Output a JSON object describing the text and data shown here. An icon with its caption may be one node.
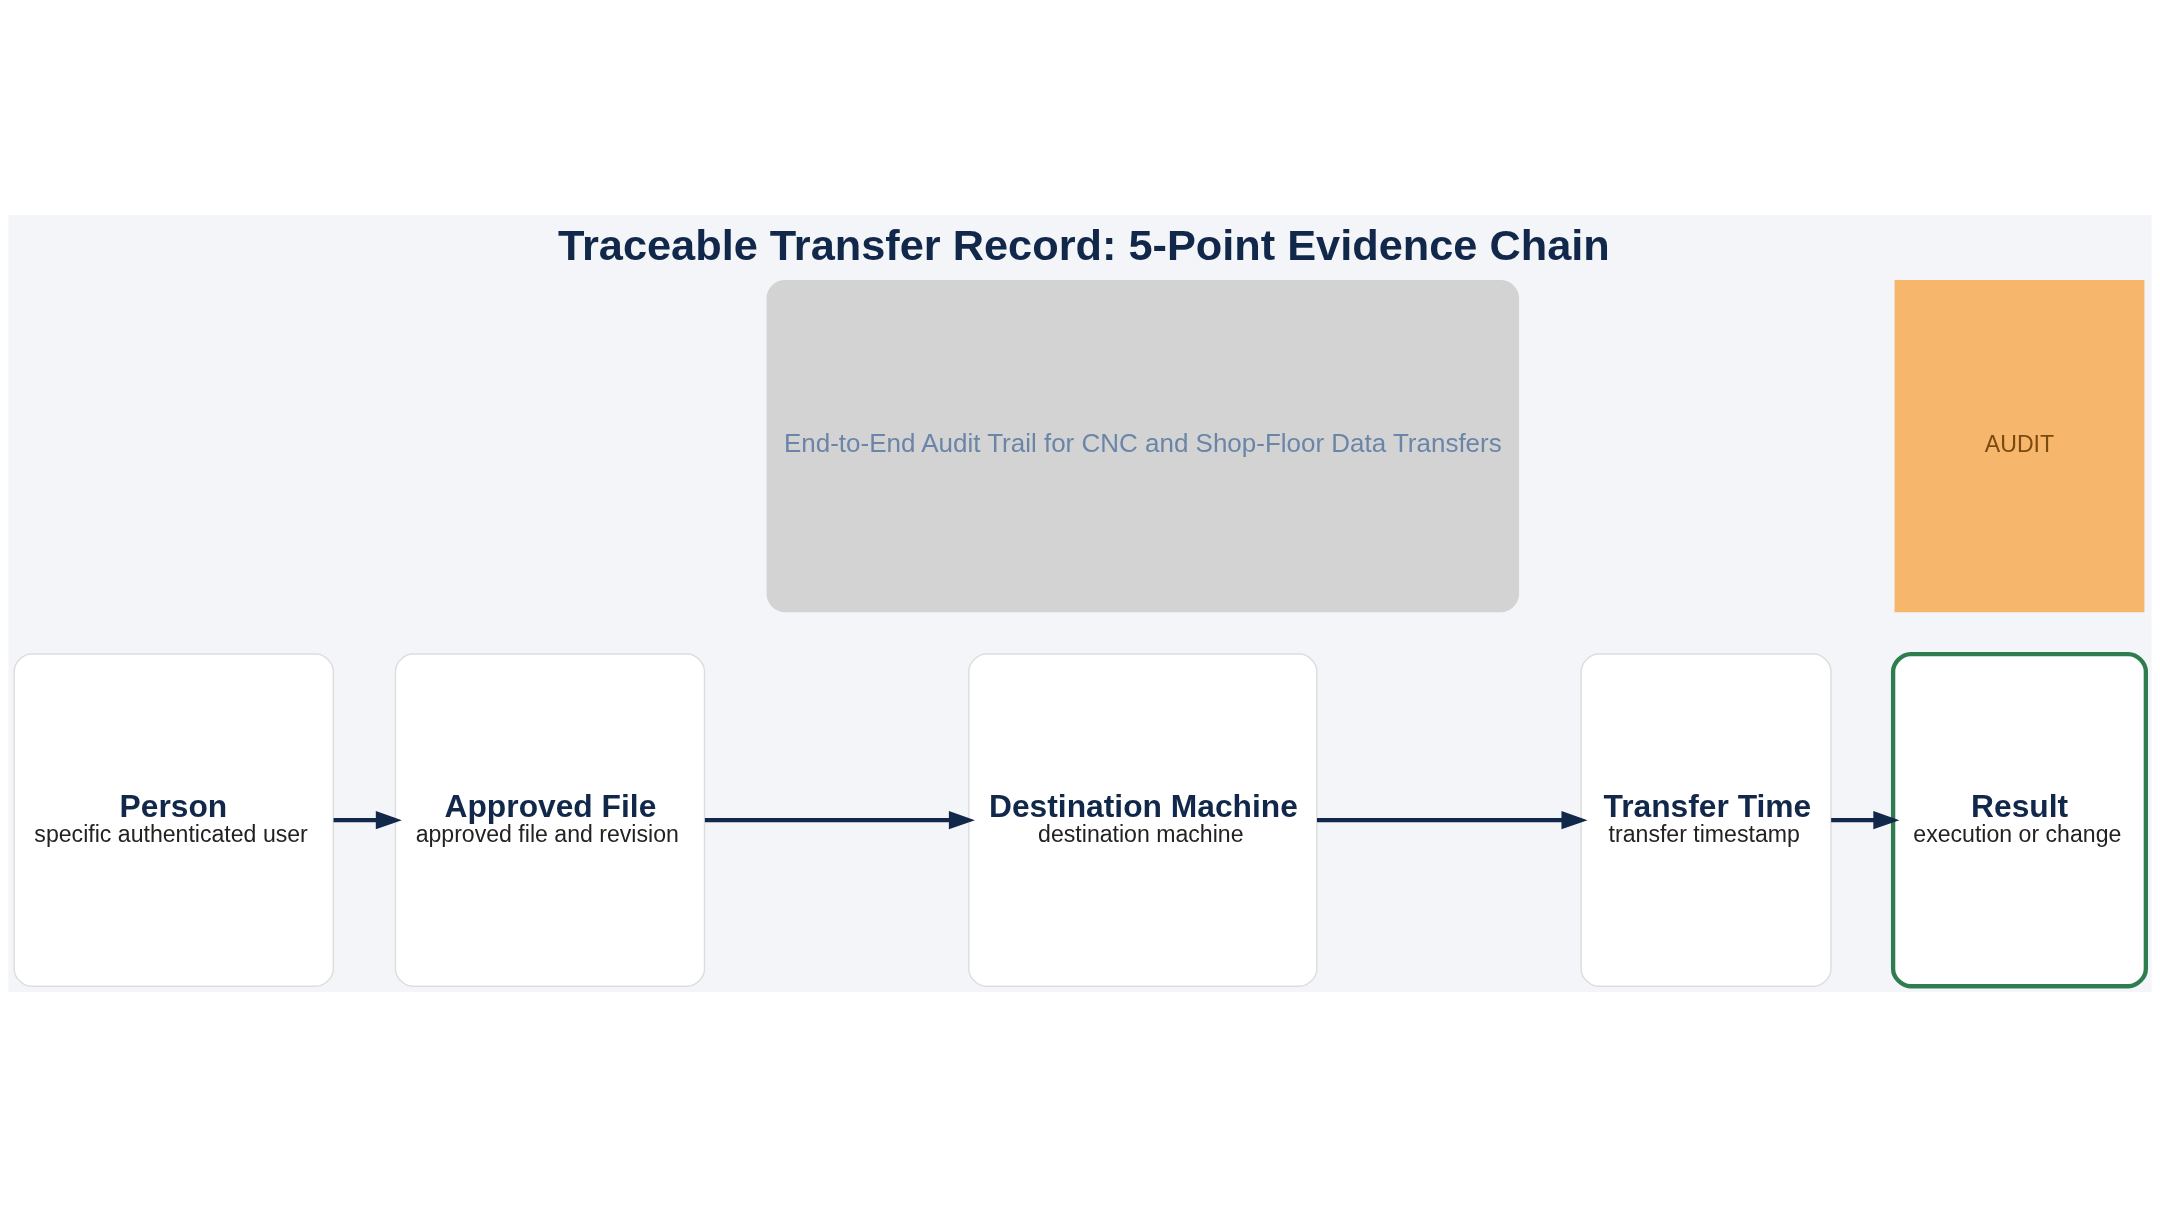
{
  "diagram": {
    "title": "Traceable Transfer Record: 5-Point Evidence Chain",
    "nodes": [
      {
        "text": [
          "Person",
          "specific authenticated user"
        ]
      },
      {
        "text": [
          "Approved File",
          "approved file and revision"
        ]
      },
      {
        "text": [
          "Destination Machine",
          "destination machine"
        ]
      },
      {
        "text": [
          "Transfer Time",
          "transfer timestamp"
        ]
      },
      {
        "text": [
          "Result",
          "execution or change"
        ]
      }
    ],
    "edges": [
      {
        "from": 0,
        "to": 1,
        "arrow": "to"
      },
      {
        "from": 1,
        "to": 2,
        "arrow": "to"
      },
      {
        "from": 2,
        "to": 3,
        "arrow": "to"
      },
      {
        "from": 3,
        "to": 4,
        "arrow": "to"
      }
    ],
    "labels": [
      "End-to-End Audit Trail for CNC and Shop-Floor Data Transfers",
      "AUDIT"
    ]
  }
}
